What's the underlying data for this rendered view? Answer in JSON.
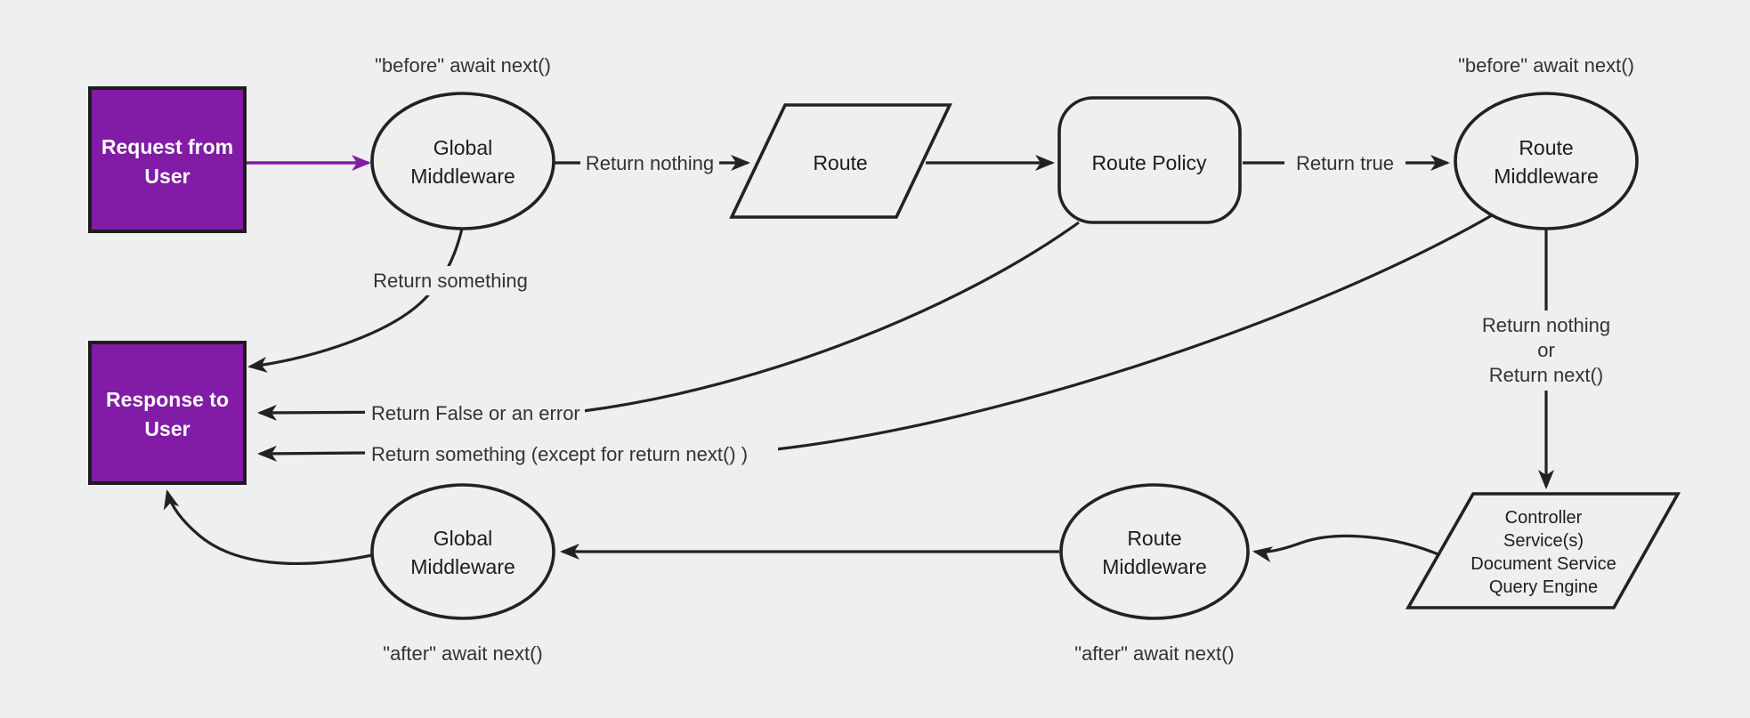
{
  "colors": {
    "background": "#efefef",
    "stroke": "#222222",
    "purple": "#821ba5",
    "label_text": "#333333",
    "node_text": "#1d1d1d",
    "box_text": "#ffffff"
  },
  "nodes": {
    "request": {
      "line1": "Request from",
      "line2": "User"
    },
    "global_middleware_top": {
      "line1": "Global",
      "line2": "Middleware"
    },
    "route": {
      "label": "Route"
    },
    "route_policy": {
      "label": "Route Policy"
    },
    "route_middleware_top": {
      "line1": "Route",
      "line2": "Middleware"
    },
    "controller": {
      "line1": "Controller",
      "line2": "Service(s)",
      "line3": "Document Service",
      "line4": "Query Engine"
    },
    "route_middleware_bottom": {
      "line1": "Route",
      "line2": "Middleware"
    },
    "global_middleware_bottom": {
      "line1": "Global",
      "line2": "Middleware"
    },
    "response": {
      "line1": "Response to",
      "line2": "User"
    }
  },
  "labels": {
    "before_await_next_left": "\"before\" await next()",
    "before_await_next_right": "\"before\" await next()",
    "return_nothing": "Return nothing",
    "return_true": "Return true",
    "return_something": "Return something",
    "return_false_or_error": "Return False or an error",
    "return_something_except": "Return something (except for return next() )",
    "return_nothing_or_line1": "Return nothing",
    "return_nothing_or_line2": "or",
    "return_nothing_or_line3": "Return next()",
    "after_await_next_left": "\"after\" await next()",
    "after_await_next_right": "\"after\" await next()"
  }
}
